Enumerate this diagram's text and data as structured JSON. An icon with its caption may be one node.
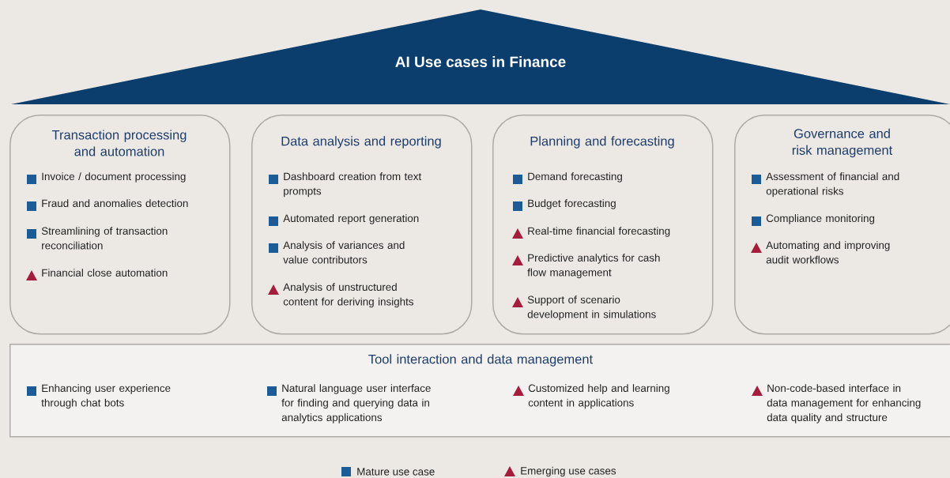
{
  "diagram": {
    "nodes": [
      {
        "text": [
          "AI Use cases in Finance"
        ]
      },
      {
        "text": [
          "Transaction processing and automation"
        ]
      },
      {
        "text": [
          "Invoice / document processing"
        ],
        "in": 1
      },
      {
        "text": [
          "Fraud and anomalies detection"
        ],
        "in": 1
      },
      {
        "text": [
          "Streamlining of transaction reconciliation"
        ],
        "in": 1
      },
      {
        "text": [
          "Financial close automation"
        ],
        "in": 1
      },
      {
        "text": [
          "Data analysis and reporting"
        ]
      },
      {
        "text": [
          "Dashboard creation from text prompts"
        ],
        "in": 6
      },
      {
        "text": [
          "Automated report generation"
        ],
        "in": 6
      },
      {
        "text": [
          "Analysis of variances and value contributors"
        ],
        "in": 6
      },
      {
        "text": [
          "Analysis of unstructured content for deriving insights"
        ],
        "in": 6
      },
      {
        "text": [
          "Planning and forecasting"
        ]
      },
      {
        "text": [
          "Demand forecasting"
        ],
        "in": 11
      },
      {
        "text": [
          "Budget forecasting"
        ],
        "in": 11
      },
      {
        "text": [
          "Real-time financial forecasting"
        ],
        "in": 11
      },
      {
        "text": [
          "Predictive analytics for cash flow management"
        ],
        "in": 11
      },
      {
        "text": [
          "Support of scenario development in simulations"
        ],
        "in": 11
      },
      {
        "text": [
          "Governance and risk management"
        ]
      },
      {
        "text": [
          "Assessment of financial and operational risks"
        ],
        "in": 17
      },
      {
        "text": [
          "Compliance monitoring"
        ],
        "in": 17
      },
      {
        "text": [
          "Automating and improving audit workflows"
        ],
        "in": 17
      },
      {
        "text": [
          "Tool interaction and data management"
        ]
      },
      {
        "text": [
          "Enhancing user experience through chat bots"
        ],
        "in": 21
      },
      {
        "text": [
          "Natural language user interface for finding and querying data in analytics applications"
        ],
        "in": 21
      },
      {
        "text": [
          "Customized help and learning content in applications"
        ],
        "in": 21
      },
      {
        "text": [
          "Non-code-based interface in data management for enhancing data quality and structure"
        ],
        "in": 21
      }
    ],
    "legend": [
      {
        "text": "Mature use case",
        "color": "#1b5c98"
      },
      {
        "text": "Emerging use cases",
        "color": "#a51c3c"
      }
    ]
  }
}
